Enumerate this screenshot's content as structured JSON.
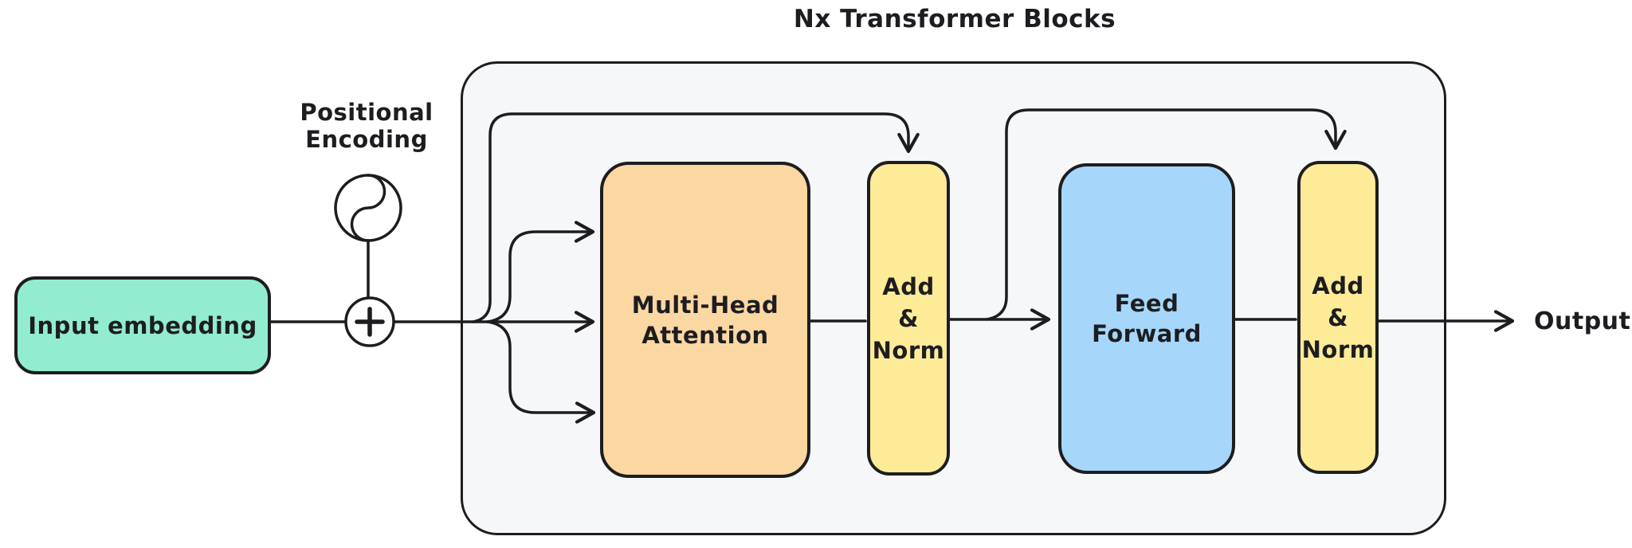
{
  "title": "Nx Transformer Blocks",
  "blocks": {
    "input_embedding": {
      "label": "Input embedding"
    },
    "positional_encoding": {
      "line1": "Positional",
      "line2": "Encoding"
    },
    "multi_head_attention": {
      "line1": "Multi-Head",
      "line2": "Attention"
    },
    "add_norm_1": {
      "line1": "Add",
      "line2": "&",
      "line3": "Norm"
    },
    "feed_forward": {
      "line1": "Feed",
      "line2": "Forward"
    },
    "add_norm_2": {
      "line1": "Add",
      "line2": "&",
      "line3": "Norm"
    }
  },
  "labels": {
    "output": "Output"
  },
  "icons": {
    "positional_encoding_icon": "sine-wave-circle-icon",
    "combine_icon": "plus-circle-icon",
    "arrow_icon": "open-chevron-arrowhead"
  },
  "colors": {
    "bg": "#ffffff",
    "stroke": "#1d1d21",
    "text": "#1d1d21",
    "container_fill": "#f6f7f9",
    "input_fill": "#92eccf",
    "attention_fill": "#fbd7a2",
    "addnorm_fill": "#feeb98",
    "ff_fill": "#a6d7fa"
  }
}
